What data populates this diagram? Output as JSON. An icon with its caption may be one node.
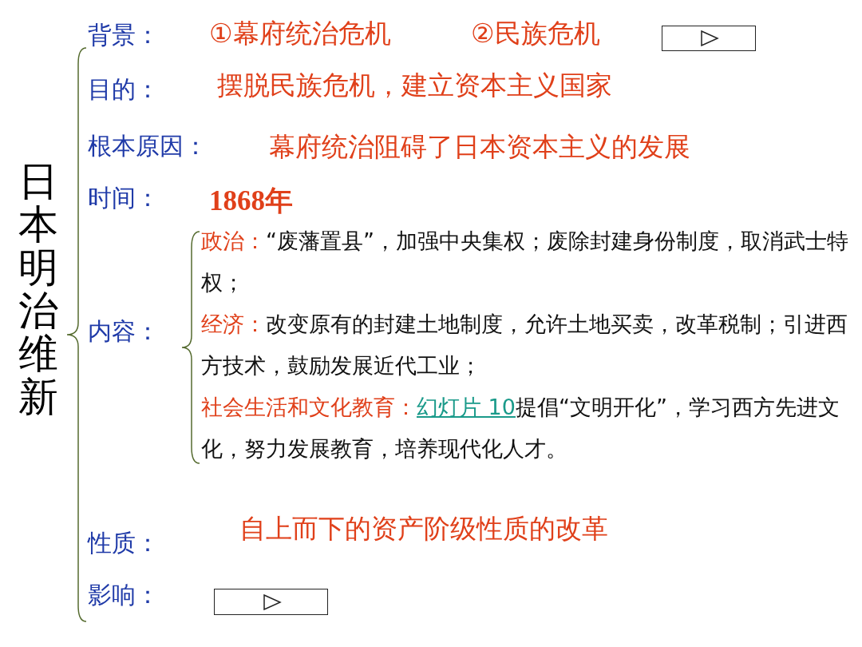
{
  "diagram": {
    "nodes": [
      {
        "text": [],
        "shape": "button"
      },
      {
        "text": [],
        "shape": "button"
      }
    ],
    "labels": [
      "日本明治维新",
      "背景：",
      "①幕府统治危机",
      "②民族危机",
      "目的：",
      "摆脱民族危机，建立资本主义国家",
      "根本原因：",
      "幕府统治阻碍了日本资本主义的发展",
      "时间：",
      "1868年",
      "内容：",
      "政治：",
      "“废藩置县”，加强中央集权；废除封建身份制度，取消武士特权；",
      "经济：",
      "改变原有的封建土地制度，允许土地买卖，改革税制；引进西方技术，鼓励发展近代工业；",
      "社会生活和文化教育：",
      "幻灯片 10",
      "提倡“文明开化”，学习西方先进文化，努力发展教育，培养现代化人才。",
      "性质：",
      "自上而下的资产阶级性质的改革",
      "影响："
    ]
  }
}
